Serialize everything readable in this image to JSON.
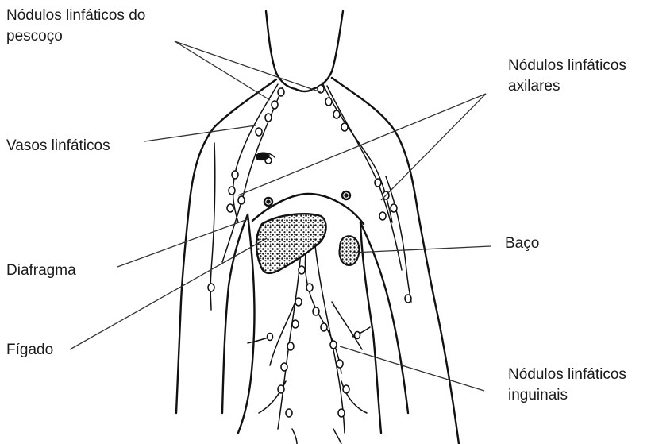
{
  "labels": {
    "neck_nodes": {
      "line1": "Nódulos linfáticos do",
      "line2": "pescoço"
    },
    "lymph_vessels": "Vasos linfáticos",
    "diaphragm": "Diafragma",
    "liver": "Fígado",
    "axillary_nodes": {
      "line1": "Nódulos linfáticos",
      "line2": "axilares"
    },
    "spleen": "Baço",
    "inguinal_nodes": {
      "line1": "Nódulos linfáticos",
      "line2": "inguinais"
    }
  },
  "colors": {
    "ink": "#111111",
    "leader": "#333333",
    "organ_fill": "#8a8a8a",
    "background": "#ffffff"
  }
}
